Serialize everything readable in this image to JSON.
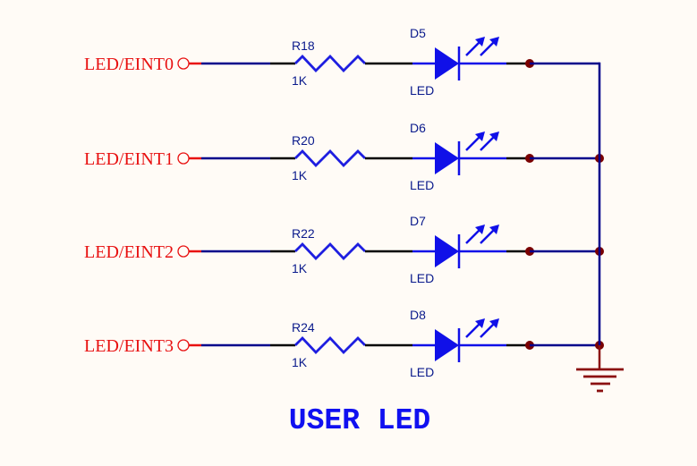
{
  "title": "USER LED",
  "colors": {
    "background": "#fffbf6",
    "port": "#e81010",
    "wire": "#00008b",
    "pin": "#000000",
    "component": "#1010e8",
    "resistor": "#1e1ee0",
    "junction": "#7a0000",
    "ground": "#8b1010",
    "label": "#0a1a8c",
    "title": "#1010f0"
  },
  "channels": [
    {
      "port": "LED/EINT0",
      "resistor": {
        "ref": "R18",
        "value": "1K"
      },
      "led": {
        "ref": "D5",
        "value": "LED"
      }
    },
    {
      "port": "LED/EINT1",
      "resistor": {
        "ref": "R20",
        "value": "1K"
      },
      "led": {
        "ref": "D6",
        "value": "LED"
      }
    },
    {
      "port": "LED/EINT2",
      "resistor": {
        "ref": "R22",
        "value": "1K"
      },
      "led": {
        "ref": "D7",
        "value": "LED"
      }
    },
    {
      "port": "LED/EINT3",
      "resistor": {
        "ref": "R24",
        "value": "1K"
      },
      "led": {
        "ref": "D8",
        "value": "LED"
      }
    }
  ],
  "ground": {
    "symbol": "ground-icon"
  }
}
